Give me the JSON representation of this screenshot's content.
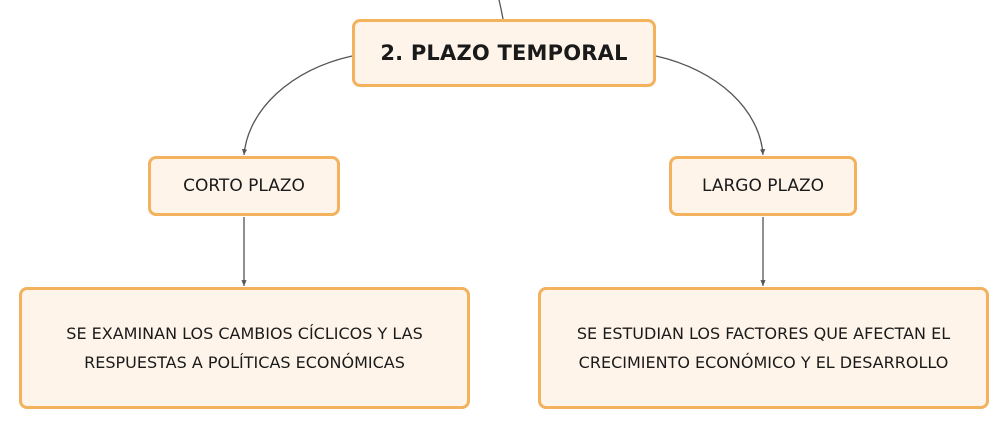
{
  "root": {
    "label": "2. PLAZO TEMPORAL"
  },
  "branches": [
    {
      "label": "CORTO PLAZO",
      "description": "SE EXAMINAN LOS CAMBIOS CÍCLICOS Y LAS RESPUESTAS A POLÍTICAS ECONÓMICAS"
    },
    {
      "label": "LARGO PLAZO",
      "description": "SE ESTUDIAN LOS FACTORES QUE AFECTAN EL CRECIMIENTO ECONÓMICO Y EL DESARROLLO"
    }
  ],
  "colors": {
    "node_fill": "#fef4ea",
    "node_border": "#f2b25e",
    "connector": "#555555",
    "text": "#1a1a1a"
  }
}
